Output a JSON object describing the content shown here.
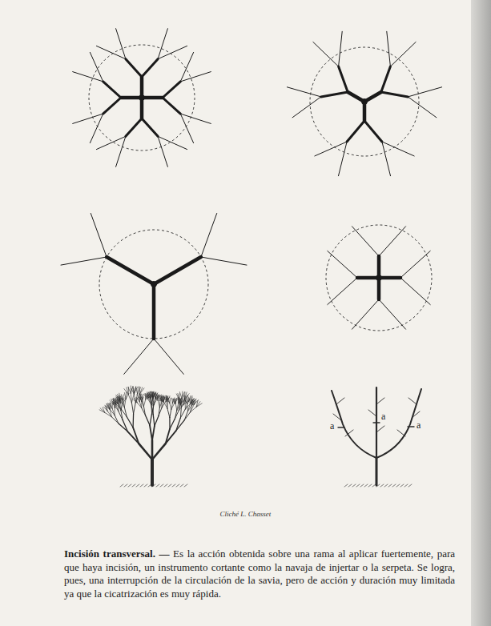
{
  "diagram": {
    "labels": [
      "a",
      "a",
      "a",
      "Cliché L. Chasset",
      "Incisión transversal. —",
      "Es la acción obtenida sobre una rama al aplicar fuertemente, para que haya incisión, un instrumento cortante como la navaja de injertar o la serpeta. Se logra, pues, una interrupción de la circulación de la savia, pero de acción y duración muy limitada ya que la cicatrización es muy rápida."
    ]
  }
}
